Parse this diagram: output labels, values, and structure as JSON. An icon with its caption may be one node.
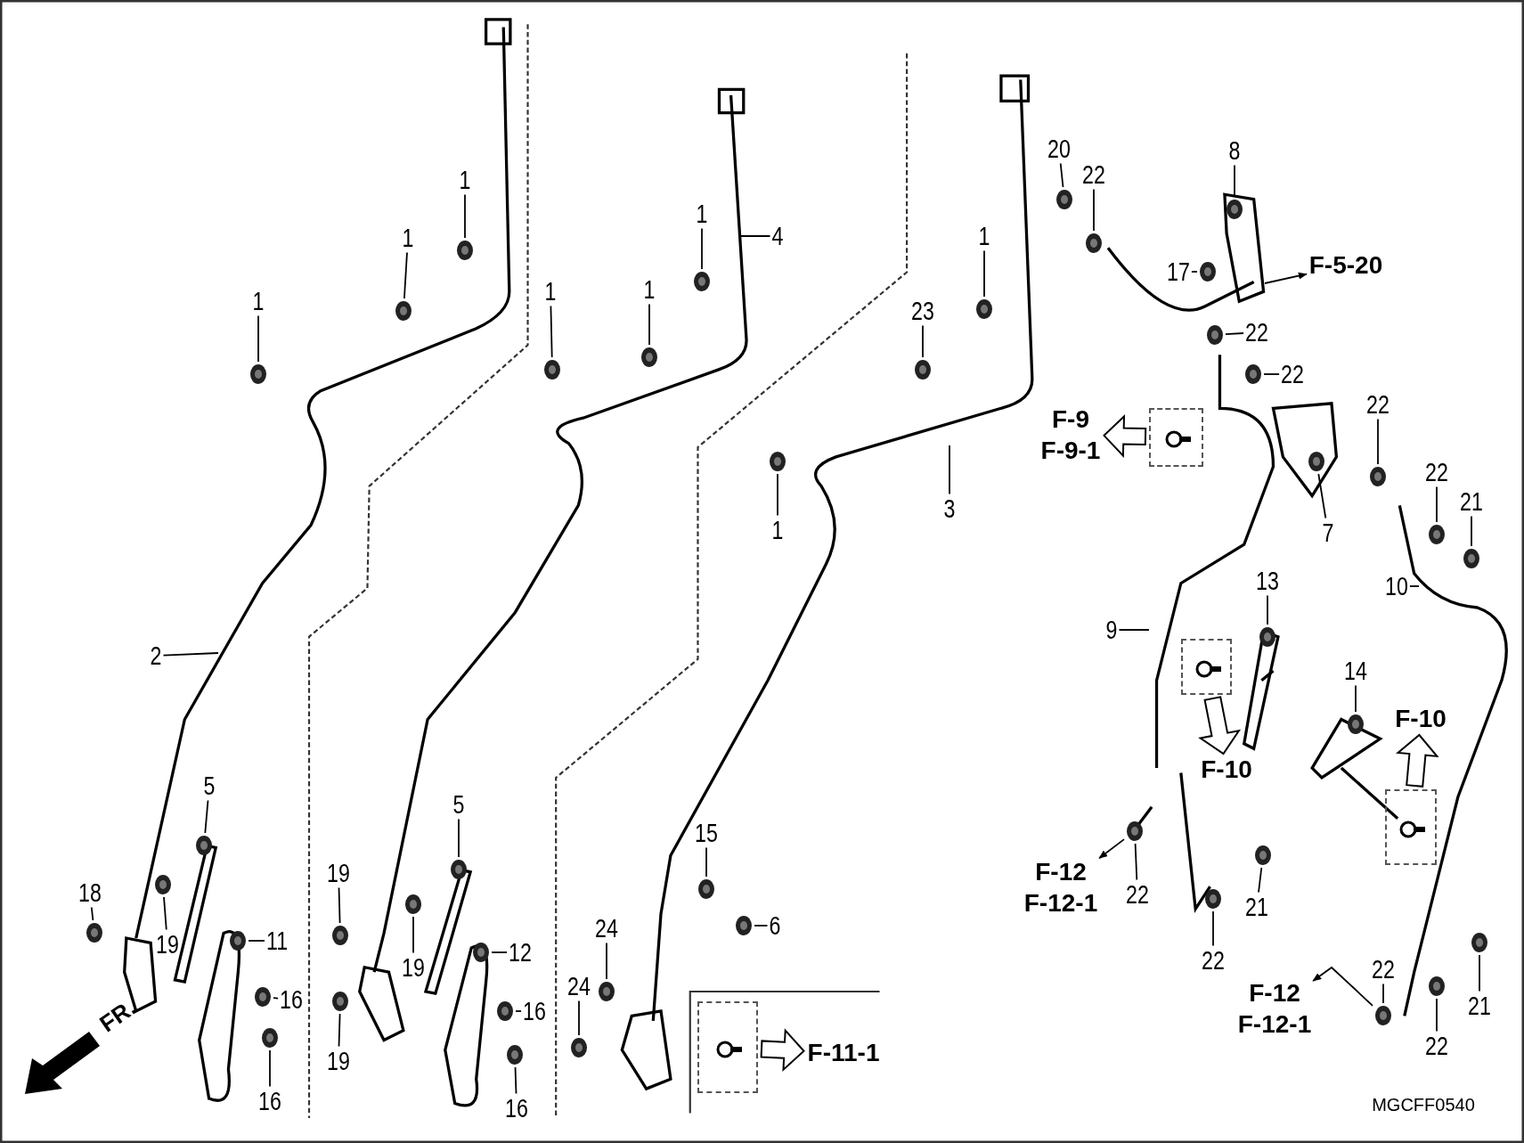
{
  "diagram": {
    "nodes": [
      {
        "text": [
          "1"
        ]
      },
      {
        "text": [
          "1"
        ]
      },
      {
        "text": [
          "1"
        ]
      },
      {
        "text": [
          "2"
        ]
      },
      {
        "text": [
          "5"
        ]
      },
      {
        "text": [
          "18"
        ]
      },
      {
        "text": [
          "19"
        ]
      },
      {
        "text": [
          "11"
        ]
      },
      {
        "text": [
          "16"
        ]
      },
      {
        "text": [
          "16"
        ]
      },
      {
        "text": [
          "1"
        ]
      },
      {
        "text": [
          "1"
        ]
      },
      {
        "text": [
          "1"
        ]
      },
      {
        "text": [
          "4"
        ]
      },
      {
        "text": [
          "5"
        ]
      },
      {
        "text": [
          "19"
        ]
      },
      {
        "text": [
          "19"
        ]
      },
      {
        "text": [
          "19"
        ]
      },
      {
        "text": [
          "12"
        ]
      },
      {
        "text": [
          "16"
        ]
      },
      {
        "text": [
          "16"
        ]
      },
      {
        "text": [
          "23"
        ]
      },
      {
        "text": [
          "1"
        ]
      },
      {
        "text": [
          "1"
        ]
      },
      {
        "text": [
          "3"
        ]
      },
      {
        "text": [
          "15"
        ]
      },
      {
        "text": [
          "6"
        ]
      },
      {
        "text": [
          "24"
        ]
      },
      {
        "text": [
          "24"
        ]
      },
      {
        "text": [
          "20"
        ]
      },
      {
        "text": [
          "22"
        ]
      },
      {
        "text": [
          "8"
        ]
      },
      {
        "text": [
          "17"
        ]
      },
      {
        "text": [
          "22"
        ]
      },
      {
        "text": [
          "22"
        ]
      },
      {
        "text": [
          "22"
        ]
      },
      {
        "text": [
          "7"
        ]
      },
      {
        "text": [
          "22"
        ]
      },
      {
        "text": [
          "21"
        ]
      },
      {
        "text": [
          "10"
        ]
      },
      {
        "text": [
          "13"
        ]
      },
      {
        "text": [
          "9"
        ]
      },
      {
        "text": [
          "14"
        ]
      },
      {
        "text": [
          "22"
        ]
      },
      {
        "text": [
          "21"
        ]
      },
      {
        "text": [
          "22"
        ]
      },
      {
        "text": [
          "22"
        ]
      },
      {
        "text": [
          "22"
        ]
      },
      {
        "text": [
          "21"
        ]
      },
      {
        "text": [
          "F-5-20"
        ]
      },
      {
        "text": [
          "F-9",
          "F-9-1"
        ]
      },
      {
        "text": [],
        "shape": "box"
      },
      {
        "text": [],
        "shape": "box"
      },
      {
        "text": [
          "F-10"
        ]
      },
      {
        "text": [
          "F-10"
        ]
      },
      {
        "text": [],
        "shape": "box"
      },
      {
        "text": [],
        "shape": "box"
      },
      {
        "text": [
          "F-11-1"
        ]
      },
      {
        "text": [
          "F-12",
          "F-12-1"
        ]
      },
      {
        "text": [
          "F-12",
          "F-12-1"
        ]
      },
      {
        "text": [],
        "shape": "picture"
      },
      {
        "text": [],
        "shape": "picture"
      },
      {
        "text": [],
        "shape": "picture"
      },
      {
        "text": [],
        "shape": "picture"
      },
      {
        "text": [],
        "shape": "picture"
      },
      {
        "text": [],
        "shape": "picture"
      },
      {
        "text": [],
        "shape": "picture"
      },
      {
        "text": [],
        "shape": "picture"
      },
      {
        "text": [],
        "shape": "picture"
      },
      {
        "text": [],
        "shape": "picture"
      },
      {
        "text": [],
        "shape": "picture"
      },
      {
        "text": [],
        "shape": "picture"
      },
      {
        "text": [],
        "shape": "picture"
      },
      {
        "text": [],
        "shape": "picture"
      },
      {
        "text": [],
        "shape": "picture"
      },
      {
        "text": [],
        "shape": "picture"
      },
      {
        "text": [],
        "shape": "picture"
      },
      {
        "text": [],
        "shape": "picture"
      },
      {
        "text": [],
        "shape": "picture"
      },
      {
        "text": [],
        "shape": "picture"
      },
      {
        "text": [],
        "shape": "picture"
      },
      {
        "text": [],
        "shape": "picture"
      },
      {
        "text": [],
        "shape": "picture"
      },
      {
        "text": [],
        "shape": "picture"
      },
      {
        "text": [],
        "shape": "picture"
      },
      {
        "text": [],
        "shape": "picture"
      },
      {
        "text": [],
        "shape": "picture"
      },
      {
        "text": [],
        "shape": "picture"
      },
      {
        "text": [],
        "shape": "picture"
      },
      {
        "text": [],
        "shape": "picture"
      },
      {
        "text": [],
        "shape": "picture"
      },
      {
        "text": [],
        "shape": "picture"
      },
      {
        "text": [],
        "shape": "picture"
      },
      {
        "text": [],
        "shape": "picture"
      },
      {
        "text": [],
        "shape": "picture"
      },
      {
        "text": [],
        "shape": "picture"
      },
      {
        "text": [],
        "shape": "picture"
      },
      {
        "text": [],
        "shape": "picture"
      },
      {
        "text": [],
        "shape": "picture"
      },
      {
        "text": [],
        "shape": "picture"
      },
      {
        "text": [],
        "shape": "picture"
      },
      {
        "text": [],
        "shape": "picture"
      },
      {
        "text": [],
        "shape": "picture"
      },
      {
        "text": [],
        "shape": "picture"
      }
    ],
    "edges": [
      {
        "from": 0,
        "to": 60,
        "arrow": "none"
      },
      {
        "from": 1,
        "to": 61,
        "arrow": "none"
      },
      {
        "from": 2,
        "to": 62,
        "arrow": "none"
      },
      {
        "from": 3,
        "to": null,
        "arrow": "none"
      },
      {
        "from": 4,
        "to": 63,
        "arrow": "none"
      },
      {
        "from": 5,
        "to": 64,
        "arrow": "none"
      },
      {
        "from": 6,
        "to": 65,
        "arrow": "none"
      },
      {
        "from": 7,
        "to": 66,
        "arrow": "none"
      },
      {
        "from": 8,
        "to": 67,
        "arrow": "none"
      },
      {
        "from": 9,
        "to": 68,
        "arrow": "none"
      },
      {
        "from": 10,
        "to": 69,
        "arrow": "none"
      },
      {
        "from": 11,
        "to": 70,
        "arrow": "none"
      },
      {
        "from": 12,
        "to": 71,
        "arrow": "none"
      },
      {
        "from": 13,
        "to": null,
        "arrow": "none"
      },
      {
        "from": 14,
        "to": 72,
        "arrow": "none"
      },
      {
        "from": 15,
        "to": 73,
        "arrow": "none"
      },
      {
        "from": 16,
        "to": 74,
        "arrow": "none"
      },
      {
        "from": 17,
        "to": 75,
        "arrow": "none"
      },
      {
        "from": 18,
        "to": 76,
        "arrow": "none"
      },
      {
        "from": 19,
        "to": 77,
        "arrow": "none"
      },
      {
        "from": 20,
        "to": 78,
        "arrow": "none"
      },
      {
        "from": 21,
        "to": 79,
        "arrow": "none"
      },
      {
        "from": 22,
        "to": 80,
        "arrow": "none"
      },
      {
        "from": 23,
        "to": 81,
        "arrow": "none"
      },
      {
        "from": 24,
        "to": null,
        "arrow": "none"
      },
      {
        "from": 25,
        "to": 82,
        "arrow": "none"
      },
      {
        "from": 26,
        "to": 83,
        "arrow": "none"
      },
      {
        "from": 27,
        "to": 84,
        "arrow": "none"
      },
      {
        "from": 28,
        "to": 85,
        "arrow": "none"
      },
      {
        "from": 29,
        "to": 86,
        "arrow": "none"
      },
      {
        "from": 30,
        "to": 87,
        "arrow": "none"
      },
      {
        "from": 31,
        "to": 88,
        "arrow": "none"
      },
      {
        "from": 32,
        "to": 89,
        "arrow": "none"
      },
      {
        "from": 33,
        "to": 90,
        "arrow": "none"
      },
      {
        "from": 34,
        "to": 91,
        "arrow": "none"
      },
      {
        "from": 35,
        "to": 92,
        "arrow": "none"
      },
      {
        "from": 36,
        "to": 93,
        "arrow": "none"
      },
      {
        "from": 37,
        "to": 94,
        "arrow": "none"
      },
      {
        "from": 38,
        "to": 95,
        "arrow": "none"
      },
      {
        "from": 39,
        "to": null,
        "arrow": "none"
      },
      {
        "from": 40,
        "to": 96,
        "arrow": "none"
      },
      {
        "from": 41,
        "to": null,
        "arrow": "none"
      },
      {
        "from": 42,
        "to": 97,
        "arrow": "none"
      },
      {
        "from": 43,
        "to": 98,
        "arrow": "none"
      },
      {
        "from": 44,
        "to": 99,
        "arrow": "none"
      },
      {
        "from": 45,
        "to": 100,
        "arrow": "none"
      },
      {
        "from": 46,
        "to": 101,
        "arrow": "none"
      },
      {
        "from": 47,
        "to": 102,
        "arrow": "none"
      },
      {
        "from": 48,
        "to": 103,
        "arrow": "none"
      },
      {
        "from": null,
        "to": 49,
        "arrow": "to"
      },
      {
        "from": 51,
        "to": 50,
        "arrow": "to",
        "style": "thick"
      },
      {
        "from": 52,
        "to": 53,
        "arrow": "to",
        "style": "thick"
      },
      {
        "from": 55,
        "to": 54,
        "arrow": "to",
        "style": "thick"
      },
      {
        "from": 56,
        "to": 57,
        "arrow": "to",
        "style": "thick"
      },
      {
        "from": 98,
        "to": 58,
        "arrow": "to"
      },
      {
        "from": 101,
        "to": 59,
        "arrow": "to"
      }
    ],
    "labels": [
      "FR.",
      "MGCFF0540"
    ]
  }
}
